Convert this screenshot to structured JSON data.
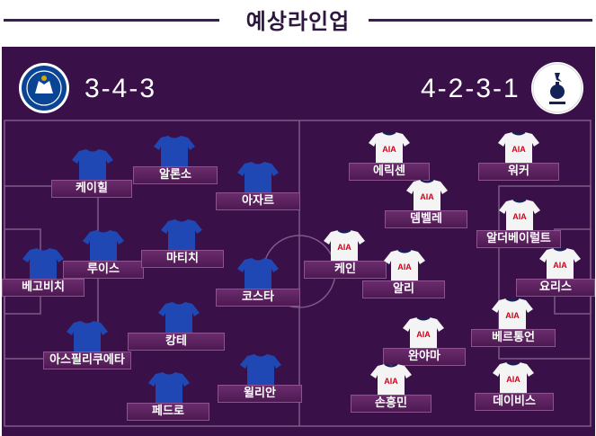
{
  "title": "예상라인업",
  "colors": {
    "pitch": "#3a1048",
    "title_line": "#3d1d4f",
    "home_shirt": "#1f48b5",
    "away_shirt": "#f4f4f4",
    "plate": "#5e2461"
  },
  "home": {
    "crest_icon": "chelsea-crest-icon",
    "formation": "3-4-3",
    "players": [
      "케이힐",
      "알론소",
      "아자르",
      "루이스",
      "마티치",
      "베고비치",
      "코스타",
      "아스필리쿠에타",
      "캉테",
      "윌리안",
      "페드로"
    ]
  },
  "away": {
    "crest_icon": "tottenham-crest-icon",
    "formation": "4-2-3-1",
    "shirt_sponsor": "AIA",
    "players": [
      "에릭센",
      "워커",
      "뎀벨레",
      "알더베이럴트",
      "케인",
      "알리",
      "요리스",
      "완야마",
      "베르통언",
      "손흥민",
      "데이비스"
    ]
  }
}
